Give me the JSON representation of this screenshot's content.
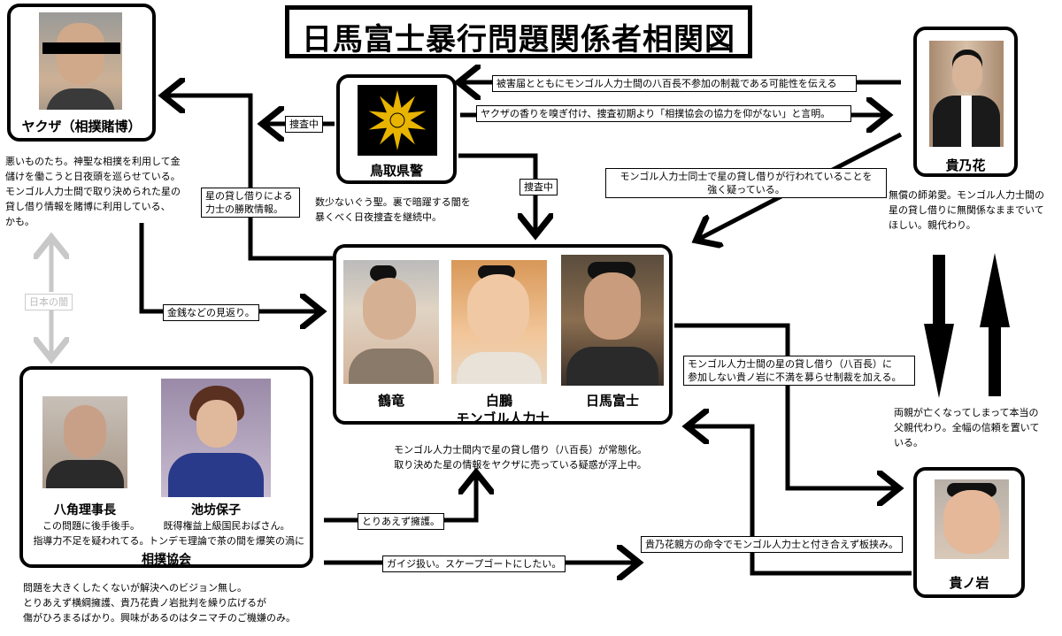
{
  "title": "日馬富士暴行問題関係者相関図",
  "nodes": {
    "yakuza": {
      "name": "ヤクザ（相撲賭博）",
      "desc": "悪いものたち。神聖な相撲を利用して金\n儲けを働こうと日夜頭を巡らせている。\nモンゴル人力士間で取り決められた星の\n貸し借り情報を賭博に利用している、\nかも。"
    },
    "police": {
      "name": "鳥取県警",
      "desc": "数少ないぐう聖。裏で暗躍する闇を\n暴くべく日夜捜査を継続中。"
    },
    "takanohana": {
      "name": "貴乃花",
      "desc": "無償の師弟愛。モンゴル人力士間の\n星の貸し借りに無関係なままでいて\nほしい。親代わり。"
    },
    "mongol": {
      "group": "モンゴル人力士",
      "members": [
        "鶴竜",
        "白鵬",
        "日馬富士"
      ],
      "desc": "モンゴル人力士間内で星の貸し借り（八百長）が常態化。\n取り決めた星の情報をヤクザに売っている疑惑が浮上中。"
    },
    "kyokai": {
      "group": "相撲協会",
      "members": [
        "八角理事長",
        "池坊保子"
      ],
      "member_desc": [
        "この問題に後手後手。\n指導力不足を疑われてる。",
        "既得権益上級国民おばさん。\nトンデモ理論で茶の間を爆笑の渦に"
      ],
      "desc": "問題を大きくしたくないが解決へのビジョン無し。\nとりあえず横綱擁護、貴乃花貴ノ岩批判を繰り広げるが\n傷がひろまるばかり。興味があるのはタニマチのご機嫌のみ。"
    },
    "takanoiwa": {
      "name": "貴ノ岩"
    }
  },
  "relations": {
    "police_to_yakuza": "捜査中",
    "police_to_mongol": "捜査中",
    "takanohana_to_police": "被害届とともにモンゴル人力士間の八百長不参加の制裁である可能性を伝える",
    "police_to_takanohana": "ヤクザの香りを嗅ぎ付け、捜査初期より「相撲協会の協力を仰がない」と言明。",
    "takanohana_to_mongol": "モンゴル人力士同士で星の貸し借りが行われていることを\n強く疑っている。",
    "mongol_to_yakuza": "星の貸し借りによる\n力士の勝敗情報。",
    "yakuza_to_mongol": "金銭などの見返り。",
    "japan_dark": "日本の闇",
    "mongol_to_takanoiwa": "モンゴル人力士間の星の貸し借り（八百長）に\n参加しない貴ノ岩に不満を募らせ制裁を加える。",
    "takanohana_takanoiwa": "両親が亡くなってしまって本当の\n父親代わり。全幅の信頼を置いて\nいる。",
    "takanoiwa_to_mongol": "貴乃花親方の命令でモンゴル人力士と付き合えず板挟み。",
    "kyokai_to_mongol": "とりあえず擁護。",
    "kyokai_to_takanoiwa": "ガイジ扱い。スケープゴートにしたい。"
  }
}
